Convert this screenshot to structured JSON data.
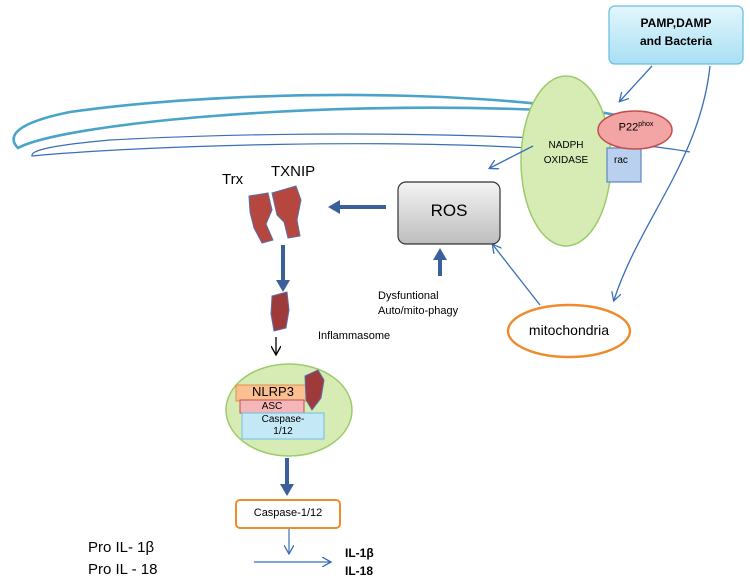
{
  "pamp_box": {
    "line1": "PAMP,DAMP",
    "line2": "and Bacteria"
  },
  "nadph": {
    "line1": "NADPH",
    "line2": "OXIDASE"
  },
  "p22": {
    "label": "P22",
    "sup": "phox"
  },
  "rac": {
    "label": "rac"
  },
  "ros": {
    "label": "ROS"
  },
  "trx": {
    "label": "Trx"
  },
  "txnip": {
    "label": "TXNIP"
  },
  "dysfunctional": {
    "line1": "Dysfuntional",
    "line2": "Auto/mito-phagy"
  },
  "inflammasome": {
    "label": "Inflammasome"
  },
  "mitochondria": {
    "label": "mitochondria"
  },
  "nlrp3": {
    "label": "NLRP3"
  },
  "asc": {
    "label": "ASC"
  },
  "caspase_inner": {
    "line1": "Caspase-",
    "line2": "1/12"
  },
  "caspase_box": {
    "label": "Caspase-1/12"
  },
  "pro": {
    "line1": "Pro IL- 1β",
    "line2": "Pro IL - 18"
  },
  "products": {
    "line1": "IL-1β",
    "line2": "IL-18"
  },
  "colors": {
    "arrow_blue": "#3a6fb8",
    "thick_arrow": "#3b5f9a",
    "oval_green": "#d7ecb5",
    "protein_red": "#b5473e",
    "orange": "#ef8b2c",
    "pamp_fill": "#c6ecf8"
  }
}
